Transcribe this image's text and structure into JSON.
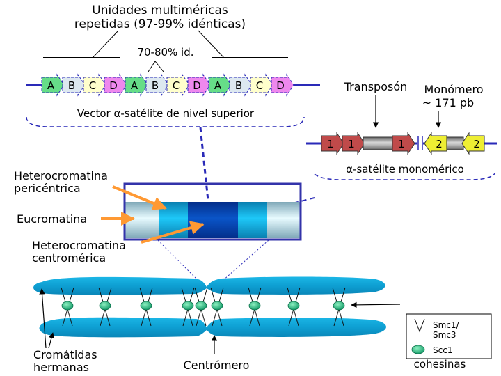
{
  "labels": {
    "units_title_line1": "Unidades multiméricas",
    "units_title_line2": "repetidas (97-99% idénticas)",
    "identity_between": "70-80% id.",
    "hor_vector": "Vector α-satélite de nivel superior",
    "transposon": "Transposón",
    "monomer_line1": "Monómero",
    "monomer_line2": "~ 171 pb",
    "monomeric_alpha": "α-satélite monomérico",
    "hetero_peri_line1": "Heterocromatina",
    "hetero_peri_line2": "pericéntrica",
    "euchromatin": "Eucromatina",
    "hetero_centro_line1": "Heterocromatina",
    "hetero_centro_line2": "centromérica",
    "sister_line1": "Cromátidas",
    "sister_line2": "hermanas",
    "centromere": "Centrómero",
    "cohesins": "cohesinas"
  },
  "legend": {
    "smc_line1": "Smc1/",
    "smc_line2": "Smc3",
    "scc1": "Scc1"
  },
  "hor_blocks": {
    "letters": [
      "A",
      "B",
      "C",
      "D",
      "A",
      "B",
      "C",
      "D",
      "A",
      "B",
      "C",
      "D"
    ],
    "colors": {
      "A": "#66dd88",
      "B": "#dde8f0",
      "C": "#ffffcc",
      "D": "#ee88ee"
    }
  },
  "monomer_blocks": {
    "items": [
      "1",
      "1",
      "",
      "1",
      "2",
      "",
      "2"
    ],
    "colors": {
      "1": "#c04a4a",
      "2": "#eeee33",
      "": "#a8a8a8"
    }
  },
  "colors": {
    "chromatid": "#11aadd",
    "line_blue": "#2a2ab8",
    "arrow_orange": "#ff9933",
    "cohesin_green": "#22aa77",
    "box_border": "#3333aa"
  }
}
